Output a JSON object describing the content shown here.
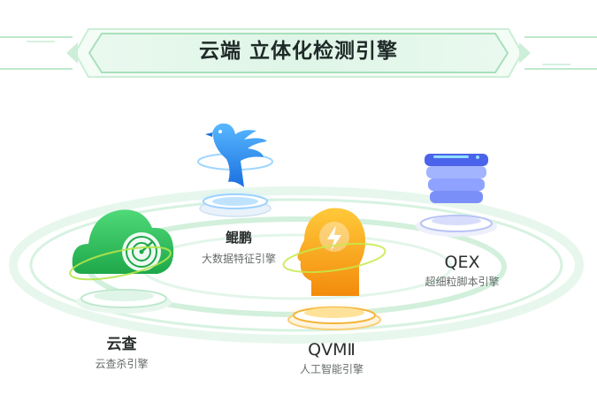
{
  "banner": {
    "title": "云端 立体化检测引擎"
  },
  "engines": [
    {
      "name": "鲲鹏",
      "desc": "大数据特征引擎",
      "icon": "phoenix-icon"
    },
    {
      "name": "QEX",
      "desc": "超细粒脚本引擎",
      "icon": "layer-stack-icon"
    },
    {
      "name": "云查",
      "desc": "云查杀引擎",
      "icon": "cloud-radar-icon"
    },
    {
      "name": "QVMⅡ",
      "desc": "人工智能引擎",
      "icon": "head-bolt-icon"
    }
  ],
  "colors": {
    "banner_fill": "#e3f6e9",
    "banner_border": "#9fdcb4",
    "orbit": "#cfeedb",
    "kunpeng": "#2f8ff0",
    "qex": "#5a6ff0",
    "yuncha": "#2fbf5a",
    "qvm": "#f5a516"
  }
}
